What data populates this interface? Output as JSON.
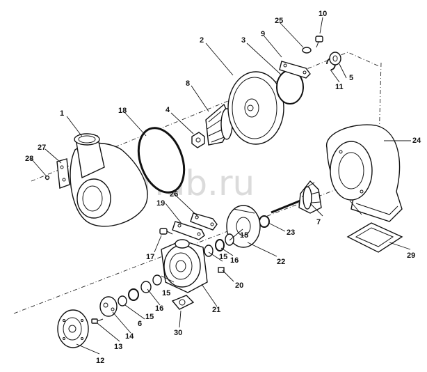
{
  "watermark": "nzsnab.ru",
  "callouts": [
    "1",
    "2",
    "3",
    "4",
    "5",
    "6",
    "7",
    "8",
    "9",
    "10",
    "11",
    "12",
    "13",
    "14",
    "15",
    "15",
    "15",
    "15",
    "16",
    "16",
    "17",
    "18",
    "19",
    "20",
    "21",
    "22",
    "23",
    "24",
    "25",
    "26",
    "27",
    "28",
    "29",
    "30"
  ]
}
